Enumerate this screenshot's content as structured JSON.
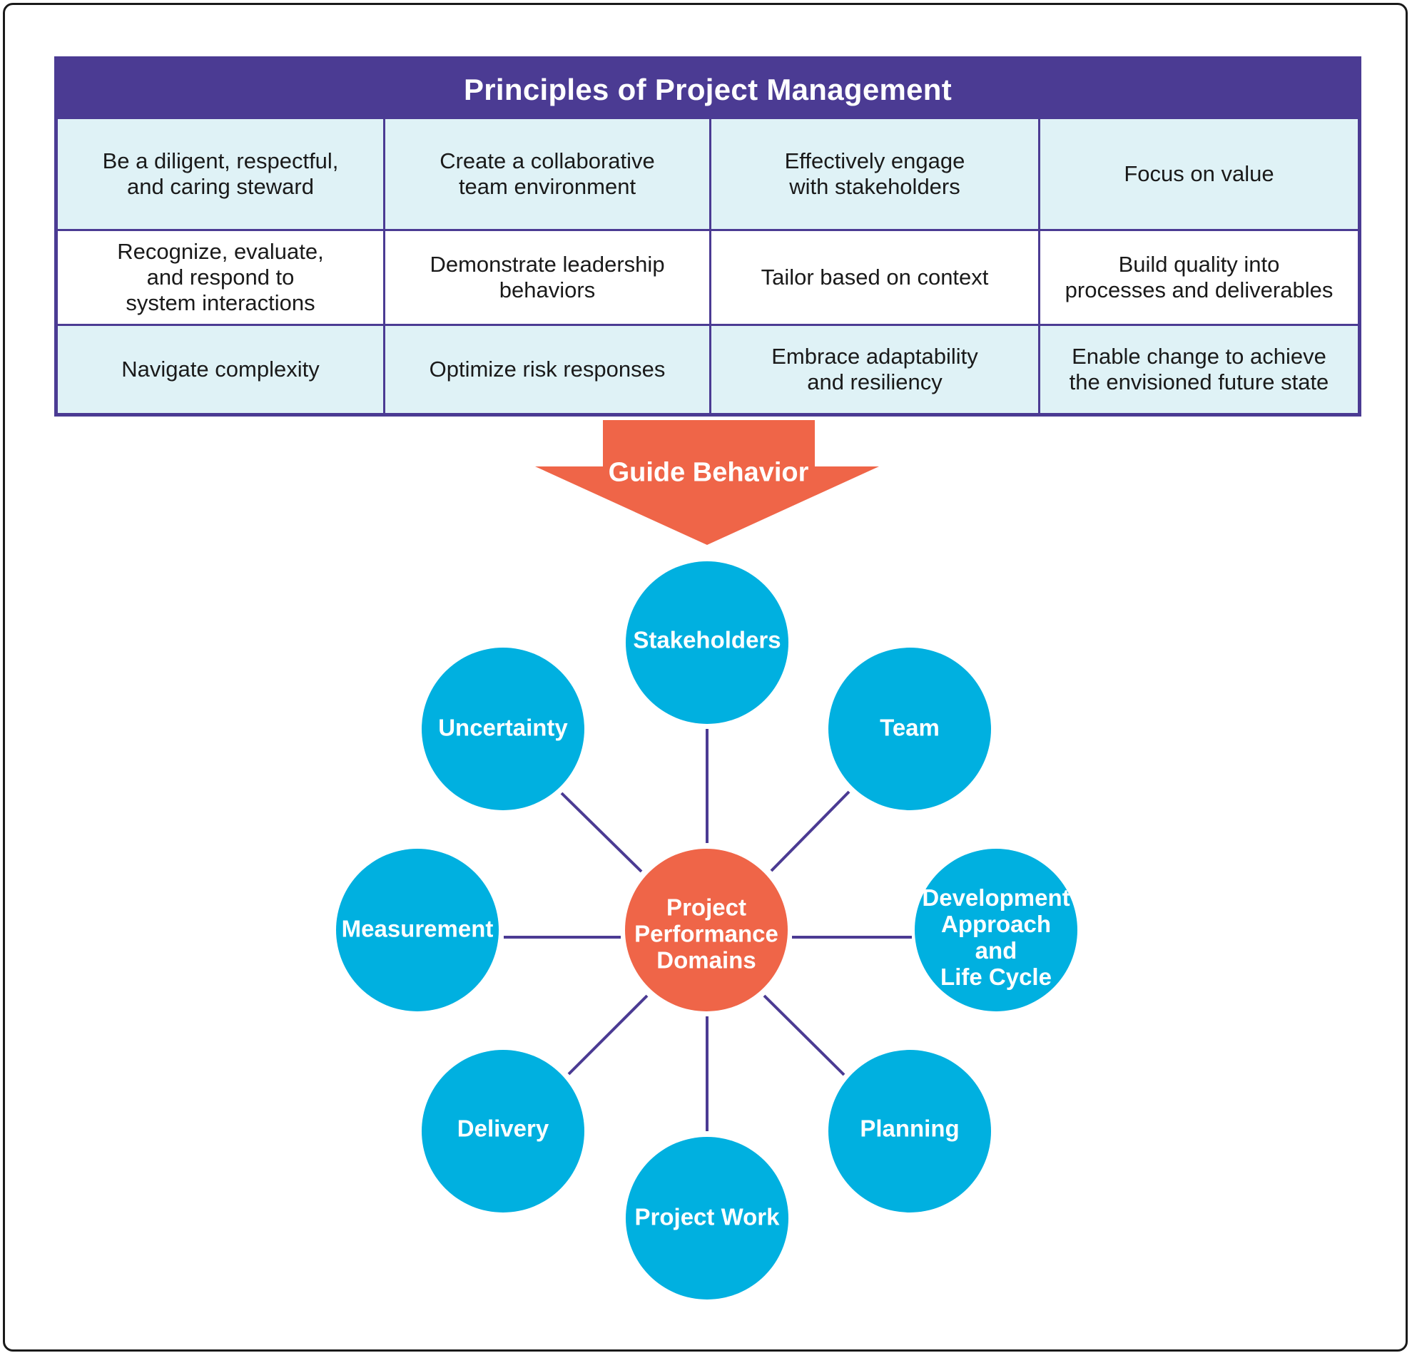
{
  "principles": {
    "title": "Principles of Project Management",
    "rows": [
      [
        "Be a diligent, respectful,\nand caring steward",
        "Create a collaborative\nteam environment",
        "Effectively engage\nwith stakeholders",
        "Focus on value"
      ],
      [
        "Recognize, evaluate,\nand respond to\nsystem interactions",
        "Demonstrate leadership\nbehaviors",
        "Tailor based on context",
        "Build quality into\nprocesses and deliverables"
      ],
      [
        "Navigate complexity",
        "Optimize risk responses",
        "Embrace adaptability\nand resiliency",
        "Enable change to achieve\nthe envisioned future state"
      ]
    ]
  },
  "arrow": {
    "label": "Guide Behavior"
  },
  "domains": {
    "center": "Project\nPerformance\nDomains",
    "stakeholders": "Stakeholders",
    "team": "Team",
    "development": "Development\nApproach\nand\nLife Cycle",
    "planning": "Planning",
    "project_work": "Project Work",
    "delivery": "Delivery",
    "measurement": "Measurement",
    "uncertainty": "Uncertainty"
  },
  "colors": {
    "header": "#4b3b93",
    "shaded_cell": "#dff2f6",
    "arrow": "#ef6548",
    "domain_circle": "#00b0e0",
    "center_circle": "#ef6548",
    "connector": "#4b3b93"
  }
}
